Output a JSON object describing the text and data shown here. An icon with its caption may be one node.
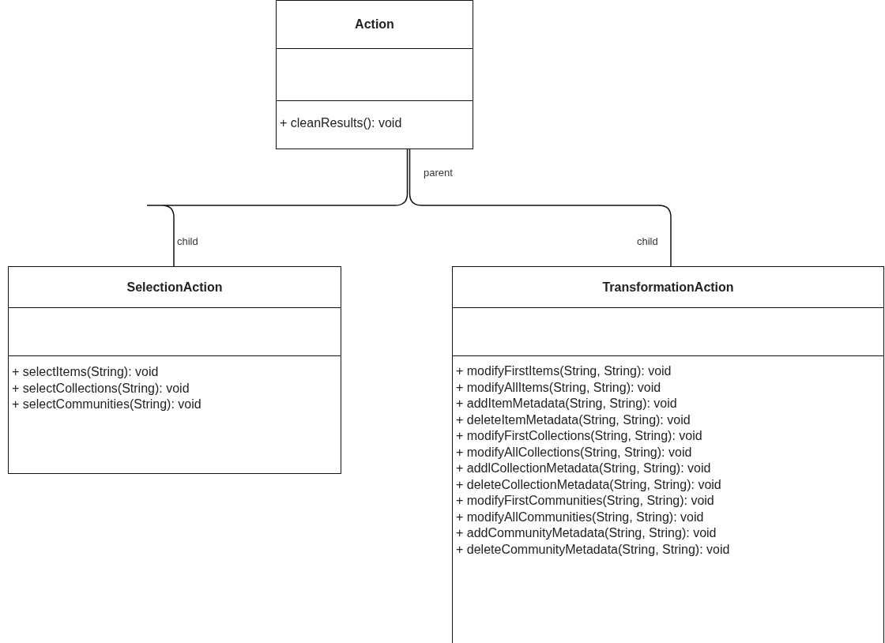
{
  "diagram": {
    "nodes": [
      {
        "text": [
          "Action",
          "+ cleanResults(): void"
        ]
      },
      {
        "text": [
          "SelectionAction",
          "+ selectItems(String): void",
          "+ selectCollections(String): void",
          "+ selectCommunities(String): void"
        ]
      },
      {
        "text": [
          "TransformationAction",
          "+ modifyFirstItems(String, String): void",
          "+ modifyAllItems(String, String): void",
          "+ addItemMetadata(String, String): void",
          "+ deleteItemMetadata(String, String): void",
          "+ modifyFirstCollections(String, String): void",
          "+ modifyAllCollections(String, String): void",
          "+ addlCollectionMetadata(String, String): void",
          "+ deleteCollectionMetadata(String, String): void",
          "+ modifyFirstCommunities(String, String): void",
          "+ modifyAllCommunities(String, String): void",
          "+ addCommunityMetadata(String, String): void",
          "+ deleteCommunityMetadata(String, String): void"
        ]
      }
    ],
    "edges": [
      {
        "from": 0,
        "to": 1,
        "arrow": "none",
        "label": "child"
      },
      {
        "from": 0,
        "to": 2,
        "arrow": "none",
        "label": "child"
      }
    ],
    "labels": [
      "parent"
    ]
  }
}
